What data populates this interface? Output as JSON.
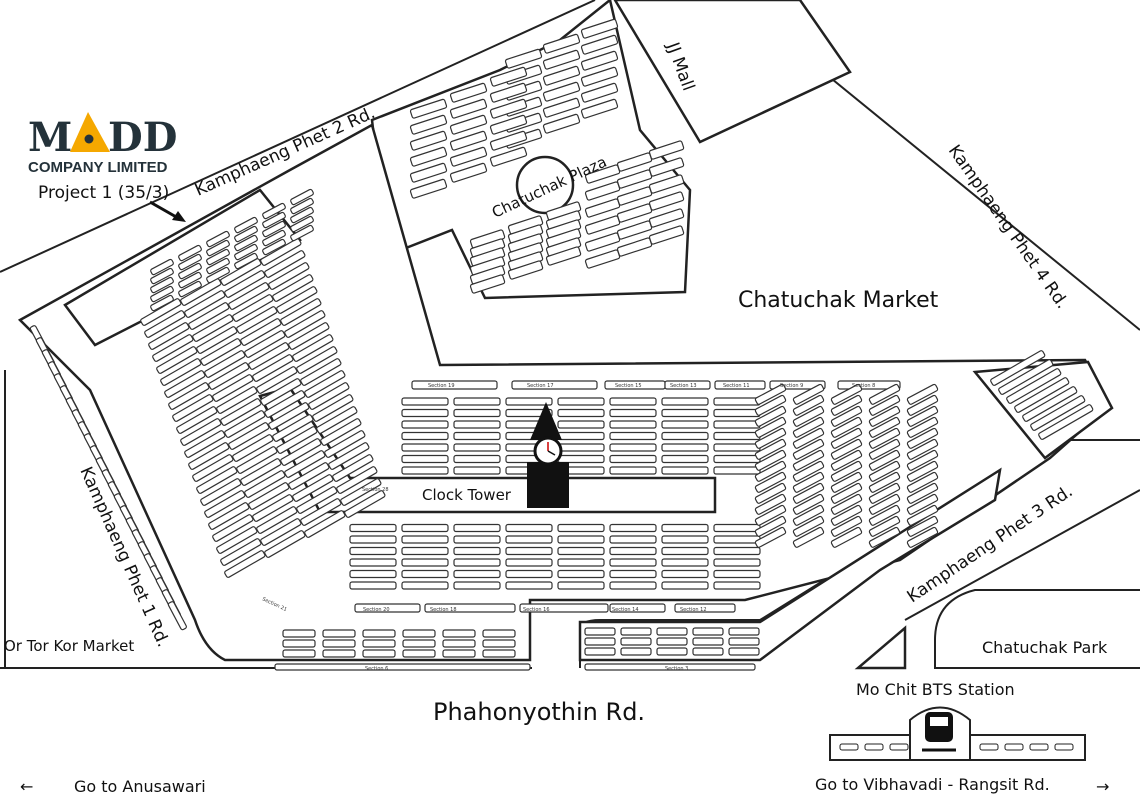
{
  "logo": {
    "brand_left": "M",
    "brand_right": "DD",
    "company": "COMPANY LIMITED",
    "accent_color": "#f5a800",
    "dark_color": "#24323a"
  },
  "project_label": "Project 1 (35/3)",
  "roads": {
    "kp2": "Kamphaeng Phet 2 Rd.",
    "kp4": "Kamphaeng Phet 4 Rd.",
    "kp1": "Kamphaeng Phet 1 Rd.",
    "kp3": "Kamphaeng Phet 3 Rd.",
    "phahonyothin": "Phahonyothin Rd."
  },
  "places": {
    "jj_mall": "JJ Mall",
    "plaza": "Chatuchak Plaza",
    "market": "Chatuchak Market",
    "clock_tower": "Clock Tower",
    "or_tor_kor": "Or Tor Kor Market",
    "park": "Chatuchak Park",
    "bts": "Mo Chit BTS Station"
  },
  "directions": {
    "left": "Go to Anusawari",
    "right": "Go to Vibhavadi - Rangsit Rd.",
    "left_arrow": "←",
    "right_arrow": "→"
  },
  "sections": {
    "top": [
      "Section 19",
      "Section 17",
      "Section 15",
      "Section 13",
      "Section 11",
      "Section 9",
      "Section 8"
    ],
    "bottom": [
      "Section 20",
      "Section 18",
      "Section 16",
      "Section 14",
      "Section 12"
    ],
    "lower": [
      "Section 6",
      "Section 3"
    ],
    "inner": "Section 28",
    "corner": "Section 21"
  }
}
